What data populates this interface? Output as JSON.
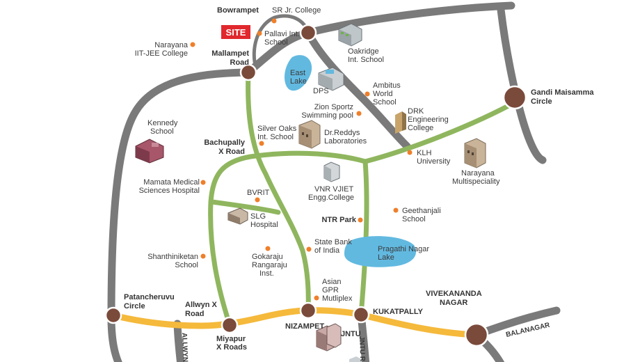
{
  "colors": {
    "grey_road": "#7a7a7a",
    "green_road": "#8fb65e",
    "yellow_road": "#f5b93b",
    "junction": "#7a4a3a",
    "poi_dot": "#ef7f2a",
    "lake": "#62b9e0",
    "site": "#e0282e"
  },
  "site_label": "SITE",
  "junctions": [
    "Bowrampet",
    "Mallampet Road",
    "Bachupally X Road",
    "Gandi Maisamma Circle",
    "Patancheruvu Circle",
    "Allwyn X Road",
    "Miyapur X Roads",
    "NIZAMPET",
    "KUKATPALLY",
    "VIVEKANANDA NAGAR"
  ],
  "pois": [
    "SR Jr. College",
    "Pallavi Int. School",
    "Narayana IIT-JEE College",
    "Oakridge Int. School",
    "East Lake",
    "DPS",
    "Ambitus World School",
    "Zion Sportz Swimming pool",
    "DRK Engineering College",
    "Kennedy School",
    "Silver Oaks Int. School",
    "Dr.Reddys Laboratories",
    "KLH University",
    "Narayana Multispeciality",
    "Mamata Medical Sciences Hospital",
    "VNR VJIET Engg.College",
    "BVRIT",
    "SLG Hospital",
    "NTR Park",
    "Geethanjali School",
    "State Bank of India",
    "Pragathi Nagar Lake",
    "Shanthiniketan School",
    "Gokaraju Rangaraju Inst.",
    "Asian GPR Mutliplex",
    "JNTU"
  ],
  "roads": [
    "ALLWYN",
    "JNTU R",
    "BALANAGAR"
  ]
}
